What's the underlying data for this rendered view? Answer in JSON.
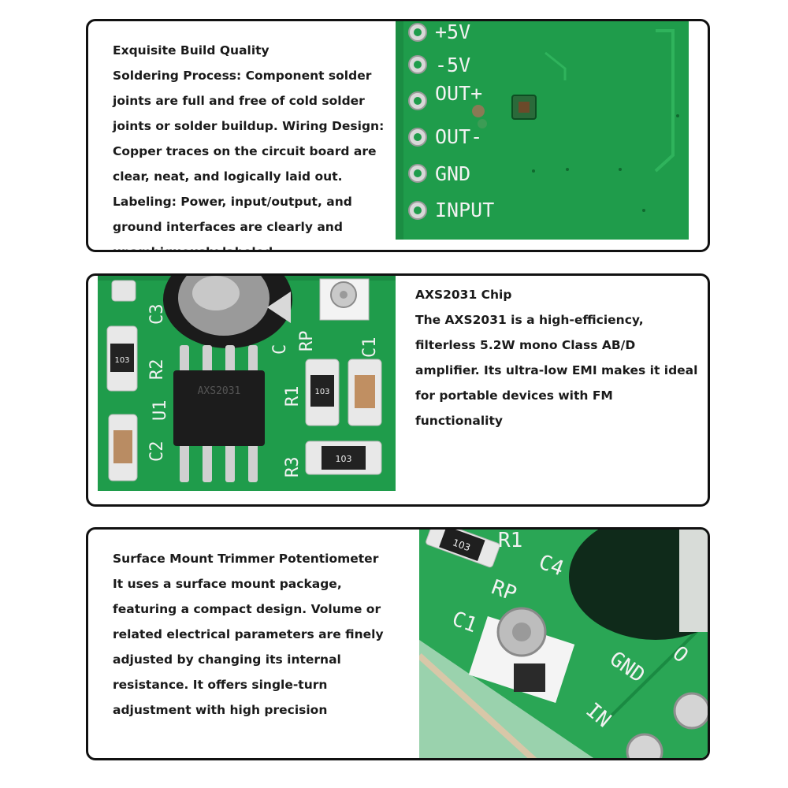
{
  "features": [
    {
      "title": "Exquisite Build Quality",
      "body": "Soldering Process: Component solder joints are full and free of cold solder joints or solder buildup. Wiring Design: Copper traces on the circuit board are clear, neat, and logically laid out. Labeling: Power, input/output, and ground interfaces are clearly and unambiguously labeled.",
      "pcb_labels": [
        "+5V",
        "-5V",
        "OUT+",
        "OUT-",
        "GND",
        "INPUT"
      ]
    },
    {
      "title": "AXS2031 Chip",
      "body": "The AXS2031 is a high-efficiency, filterless 5.2W mono Class AB/D amplifier. Its ultra-low EMI makes it ideal for portable devices with FM functionality",
      "pcb_labels": [
        "C3",
        "R2",
        "U1",
        "C2",
        "C",
        "RP",
        "C1",
        "R1",
        "R3"
      ],
      "resistor_code": "103",
      "chip_marking": "AXS2031"
    },
    {
      "title": "Surface Mount Trimmer Potentiometer",
      "body": "It uses a surface mount package, featuring a compact design. Volume or related electrical parameters are finely adjusted by changing its internal resistance. It offers single-turn adjustment with high precision",
      "pcb_labels": [
        "R1",
        "C4",
        "RP",
        "C1",
        "GND",
        "IN",
        "O"
      ],
      "resistor_code": "103"
    }
  ],
  "colors": {
    "pcb_green": "#1e9a4a",
    "card_border": "#111111",
    "text": "#1a1a1a"
  }
}
